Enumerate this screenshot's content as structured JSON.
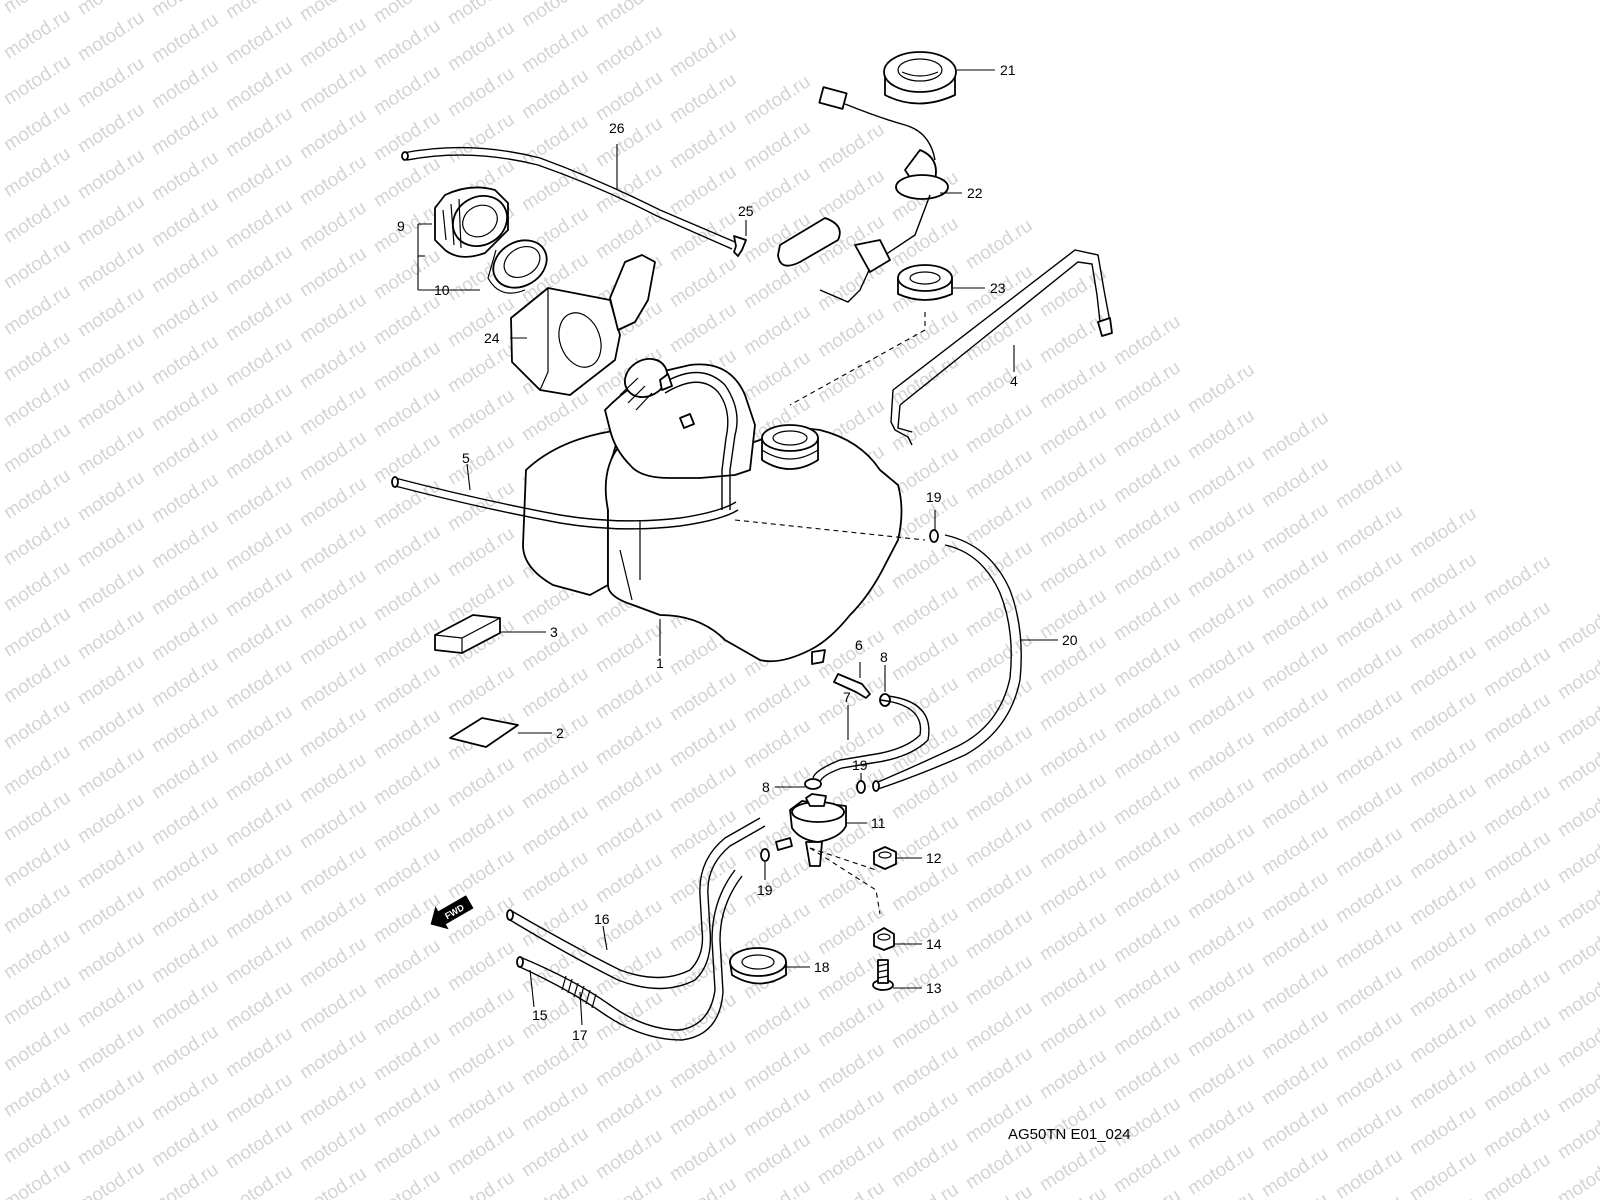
{
  "watermark": "motod.ru",
  "diagram_code": "AG50TN E01_024",
  "fwd_label": "FWD",
  "callouts": {
    "c1": "1",
    "c2": "2",
    "c3": "3",
    "c4": "4",
    "c5": "5",
    "c6": "6",
    "c7": "7",
    "c8a": "8",
    "c8b": "8",
    "c9": "9",
    "c10": "10",
    "c11": "11",
    "c12": "12",
    "c13": "13",
    "c14": "14",
    "c15": "15",
    "c16": "16",
    "c17": "17",
    "c18": "18",
    "c19a": "19",
    "c19b": "19",
    "c19c": "19",
    "c20": "20",
    "c21": "21",
    "c22": "22",
    "c23": "23",
    "c24": "24",
    "c25": "25",
    "c26": "26"
  }
}
